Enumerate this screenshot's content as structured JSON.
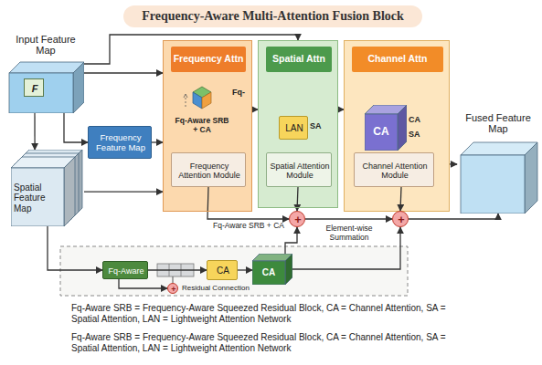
{
  "diagram": {
    "title": "Frequency-Aware Multi-Attention Fusion Block",
    "nodes": [
      {
        "text": [
          "Input Feature Map"
        ]
      },
      {
        "text": [
          "F"
        ],
        "in": 0
      },
      {
        "text": [
          "Frequency Feature Map"
        ]
      },
      {
        "text": [
          "Spatial Feature Map"
        ]
      },
      {
        "text": [
          "Frequency Attn"
        ]
      },
      {
        "text": [
          "Fq-Aware SRB + CA"
        ],
        "in": 4
      },
      {
        "text": [
          "Frequency Attention Module"
        ],
        "in": 4
      },
      {
        "text": [
          "Spatial Attn"
        ]
      },
      {
        "text": [
          "LAN"
        ],
        "in": 7
      },
      {
        "text": [
          "Spatial Attention Module"
        ],
        "in": 7
      },
      {
        "text": [
          "Channel Attn"
        ]
      },
      {
        "text": [
          "CA"
        ],
        "in": 10
      },
      {
        "text": [
          "Channel Attention Module"
        ],
        "in": 10
      },
      {
        "text": [
          "Fused Feature Map"
        ]
      },
      {
        "text": [
          "+"
        ]
      },
      {
        "text": [
          "+"
        ]
      },
      {
        "text": [
          "Fq-Aware"
        ]
      },
      {
        "text": [
          "+"
        ]
      },
      {
        "text": [
          "CA"
        ]
      },
      {
        "text": [
          "CA"
        ]
      }
    ],
    "edges": [
      {
        "from": 0,
        "to": 4,
        "arrow": "to"
      },
      {
        "from": 0,
        "to": 2,
        "arrow": "to"
      },
      {
        "from": 0,
        "to": 3,
        "arrow": "to"
      },
      {
        "from": 2,
        "to": 4,
        "arrow": "to"
      },
      {
        "from": 3,
        "to": 4,
        "arrow": "to"
      },
      {
        "from": 0,
        "to": 7,
        "arrow": "to"
      },
      {
        "from": 4,
        "to": 7,
        "arrow": "to"
      },
      {
        "from": 7,
        "to": 10,
        "arrow": "to"
      },
      {
        "from": 10,
        "to": 13,
        "arrow": "to"
      },
      {
        "from": 6,
        "to": 14,
        "arrow": "to"
      },
      {
        "from": 9,
        "to": 14,
        "arrow": "to"
      },
      {
        "from": 14,
        "to": 15,
        "arrow": "to"
      },
      {
        "from": 12,
        "to": 15,
        "arrow": "to"
      },
      {
        "from": 15,
        "to": 13,
        "arrow": "to"
      },
      {
        "from": 16,
        "to": 18,
        "arrow": "to"
      },
      {
        "from": 18,
        "to": 19,
        "arrow": "to"
      },
      {
        "from": 16,
        "to": 17,
        "arrow": "to"
      },
      {
        "from": 19,
        "to": 14,
        "arrow": "to"
      },
      {
        "from": 19,
        "to": 15,
        "arrow": "to"
      },
      {
        "from": 3,
        "to": 16,
        "arrow": "to"
      }
    ],
    "labels": [
      "Fq-",
      "SA",
      "CA",
      "SA",
      "Fq-Aware SRB + CA",
      "Element-wise Summation",
      "Residual Connection",
      "Fq-Aware SRB = Frequency-Aware Squeezed Residual Block, CA = Channel Attention, SA = Spatial Attention, LAN = Lightweight Attention Network",
      "Fq-Aware SRB = Frequency-Aware Squeezed Residual Block, CA = Channel Attention, SA = Spatial Attention, LAN = Lightweight Attention Network"
    ]
  }
}
